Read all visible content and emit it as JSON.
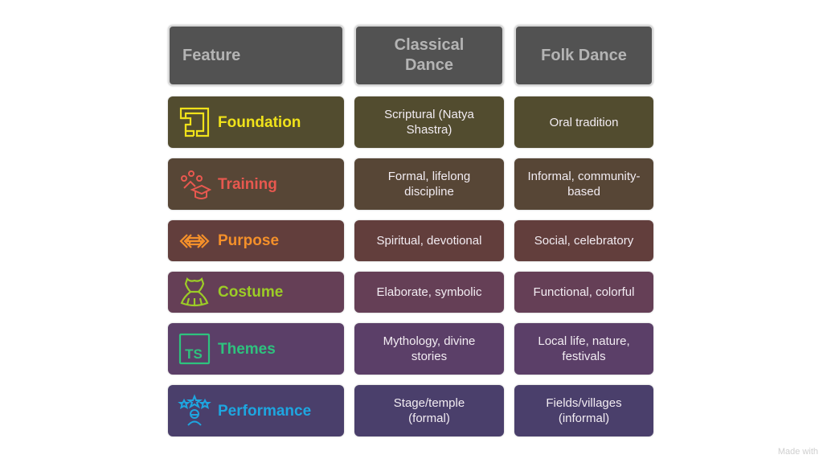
{
  "header": {
    "feature": "Feature",
    "classical": "Classical Dance",
    "folk": "Folk Dance"
  },
  "rows": [
    {
      "feature": "Foundation",
      "icon": "foundation-icon",
      "accent": "#f0e21a",
      "bg": "#524c2f",
      "classical": "Scriptural (Natya Shastra)",
      "folk": "Oral tradition"
    },
    {
      "feature": "Training",
      "icon": "student-graduation-icon",
      "accent": "#e8584f",
      "bg": "#574636",
      "classical": "Formal, lifelong discipline",
      "folk": "Informal, community-based"
    },
    {
      "feature": "Purpose",
      "icon": "exchange-arrows-icon",
      "accent": "#f4902a",
      "bg": "#623e3c",
      "classical": "Spiritual, devotional",
      "folk": "Social, celebratory"
    },
    {
      "feature": "Costume",
      "icon": "dress-icon",
      "accent": "#9ccc26",
      "bg": "#653f56",
      "classical": "Elaborate, symbolic",
      "folk": "Functional, colorful"
    },
    {
      "feature": "Themes",
      "icon": "ts-box-icon",
      "accent": "#2ec27e",
      "bg": "#5b3f68",
      "classical": "Mythology, divine stories",
      "folk": "Local life, nature, festivals"
    },
    {
      "feature": "Performance",
      "icon": "performer-stars-icon",
      "accent": "#1ea6e0",
      "bg": "#4a3f6b",
      "classical": "Stage/temple (formal)",
      "folk": "Fields/villages (informal)"
    }
  ],
  "footer": {
    "watermark": "Made with"
  }
}
